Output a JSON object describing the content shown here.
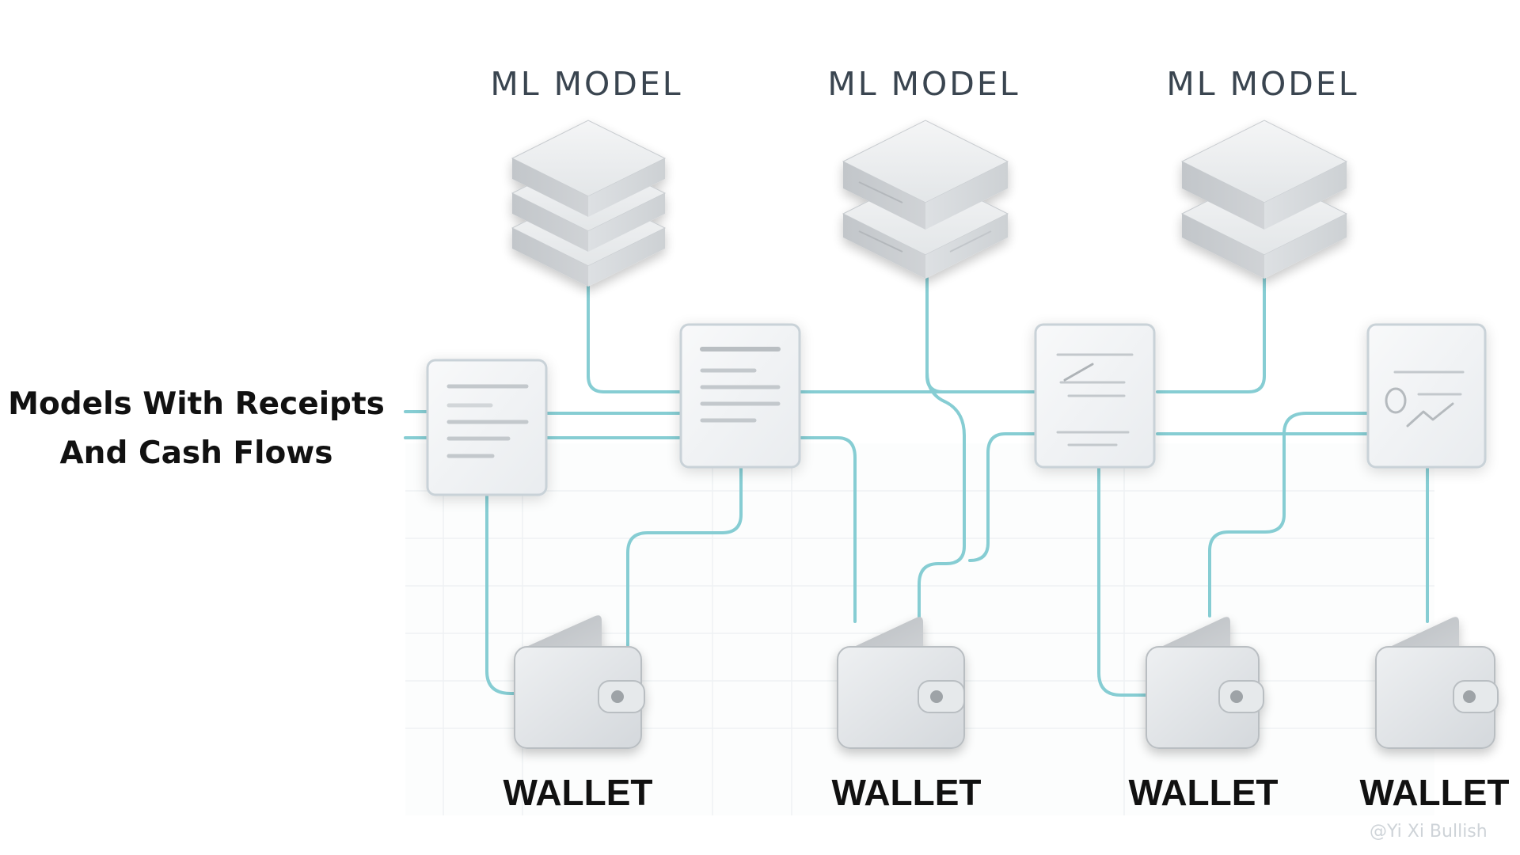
{
  "diagram": {
    "section_title_lines": [
      "Models With Receipts",
      "And Cash Flows"
    ],
    "models": [
      {
        "label": "ML MODEL",
        "icon": "stacked-layers-icon"
      },
      {
        "label": "ML MODEL",
        "icon": "stacked-layers-icon"
      },
      {
        "label": "ML MODEL",
        "icon": "stacked-layers-icon"
      }
    ],
    "receipts": [
      {
        "icon": "document-lines-icon"
      },
      {
        "icon": "document-lines-icon"
      },
      {
        "icon": "document-slash-icon"
      },
      {
        "icon": "document-chart-icon"
      }
    ],
    "wallets": [
      {
        "label": "WALLET",
        "icon": "wallet-icon"
      },
      {
        "label": "WALLET",
        "icon": "wallet-icon"
      },
      {
        "label": "WALLET",
        "icon": "wallet-icon"
      },
      {
        "label": "WALLET",
        "icon": "wallet-icon"
      }
    ],
    "watermark": "@Yi Xi Bullish",
    "colors": {
      "connector": "#86cdd3",
      "card_fill": "#f2f4f6",
      "card_stroke": "#c9d2d8",
      "block_top": "#eceef0",
      "block_side_left": "#c4c8cc",
      "block_side_right": "#d6d9dc",
      "label_dark": "#3a4550",
      "wallet_label": "#111111"
    }
  }
}
